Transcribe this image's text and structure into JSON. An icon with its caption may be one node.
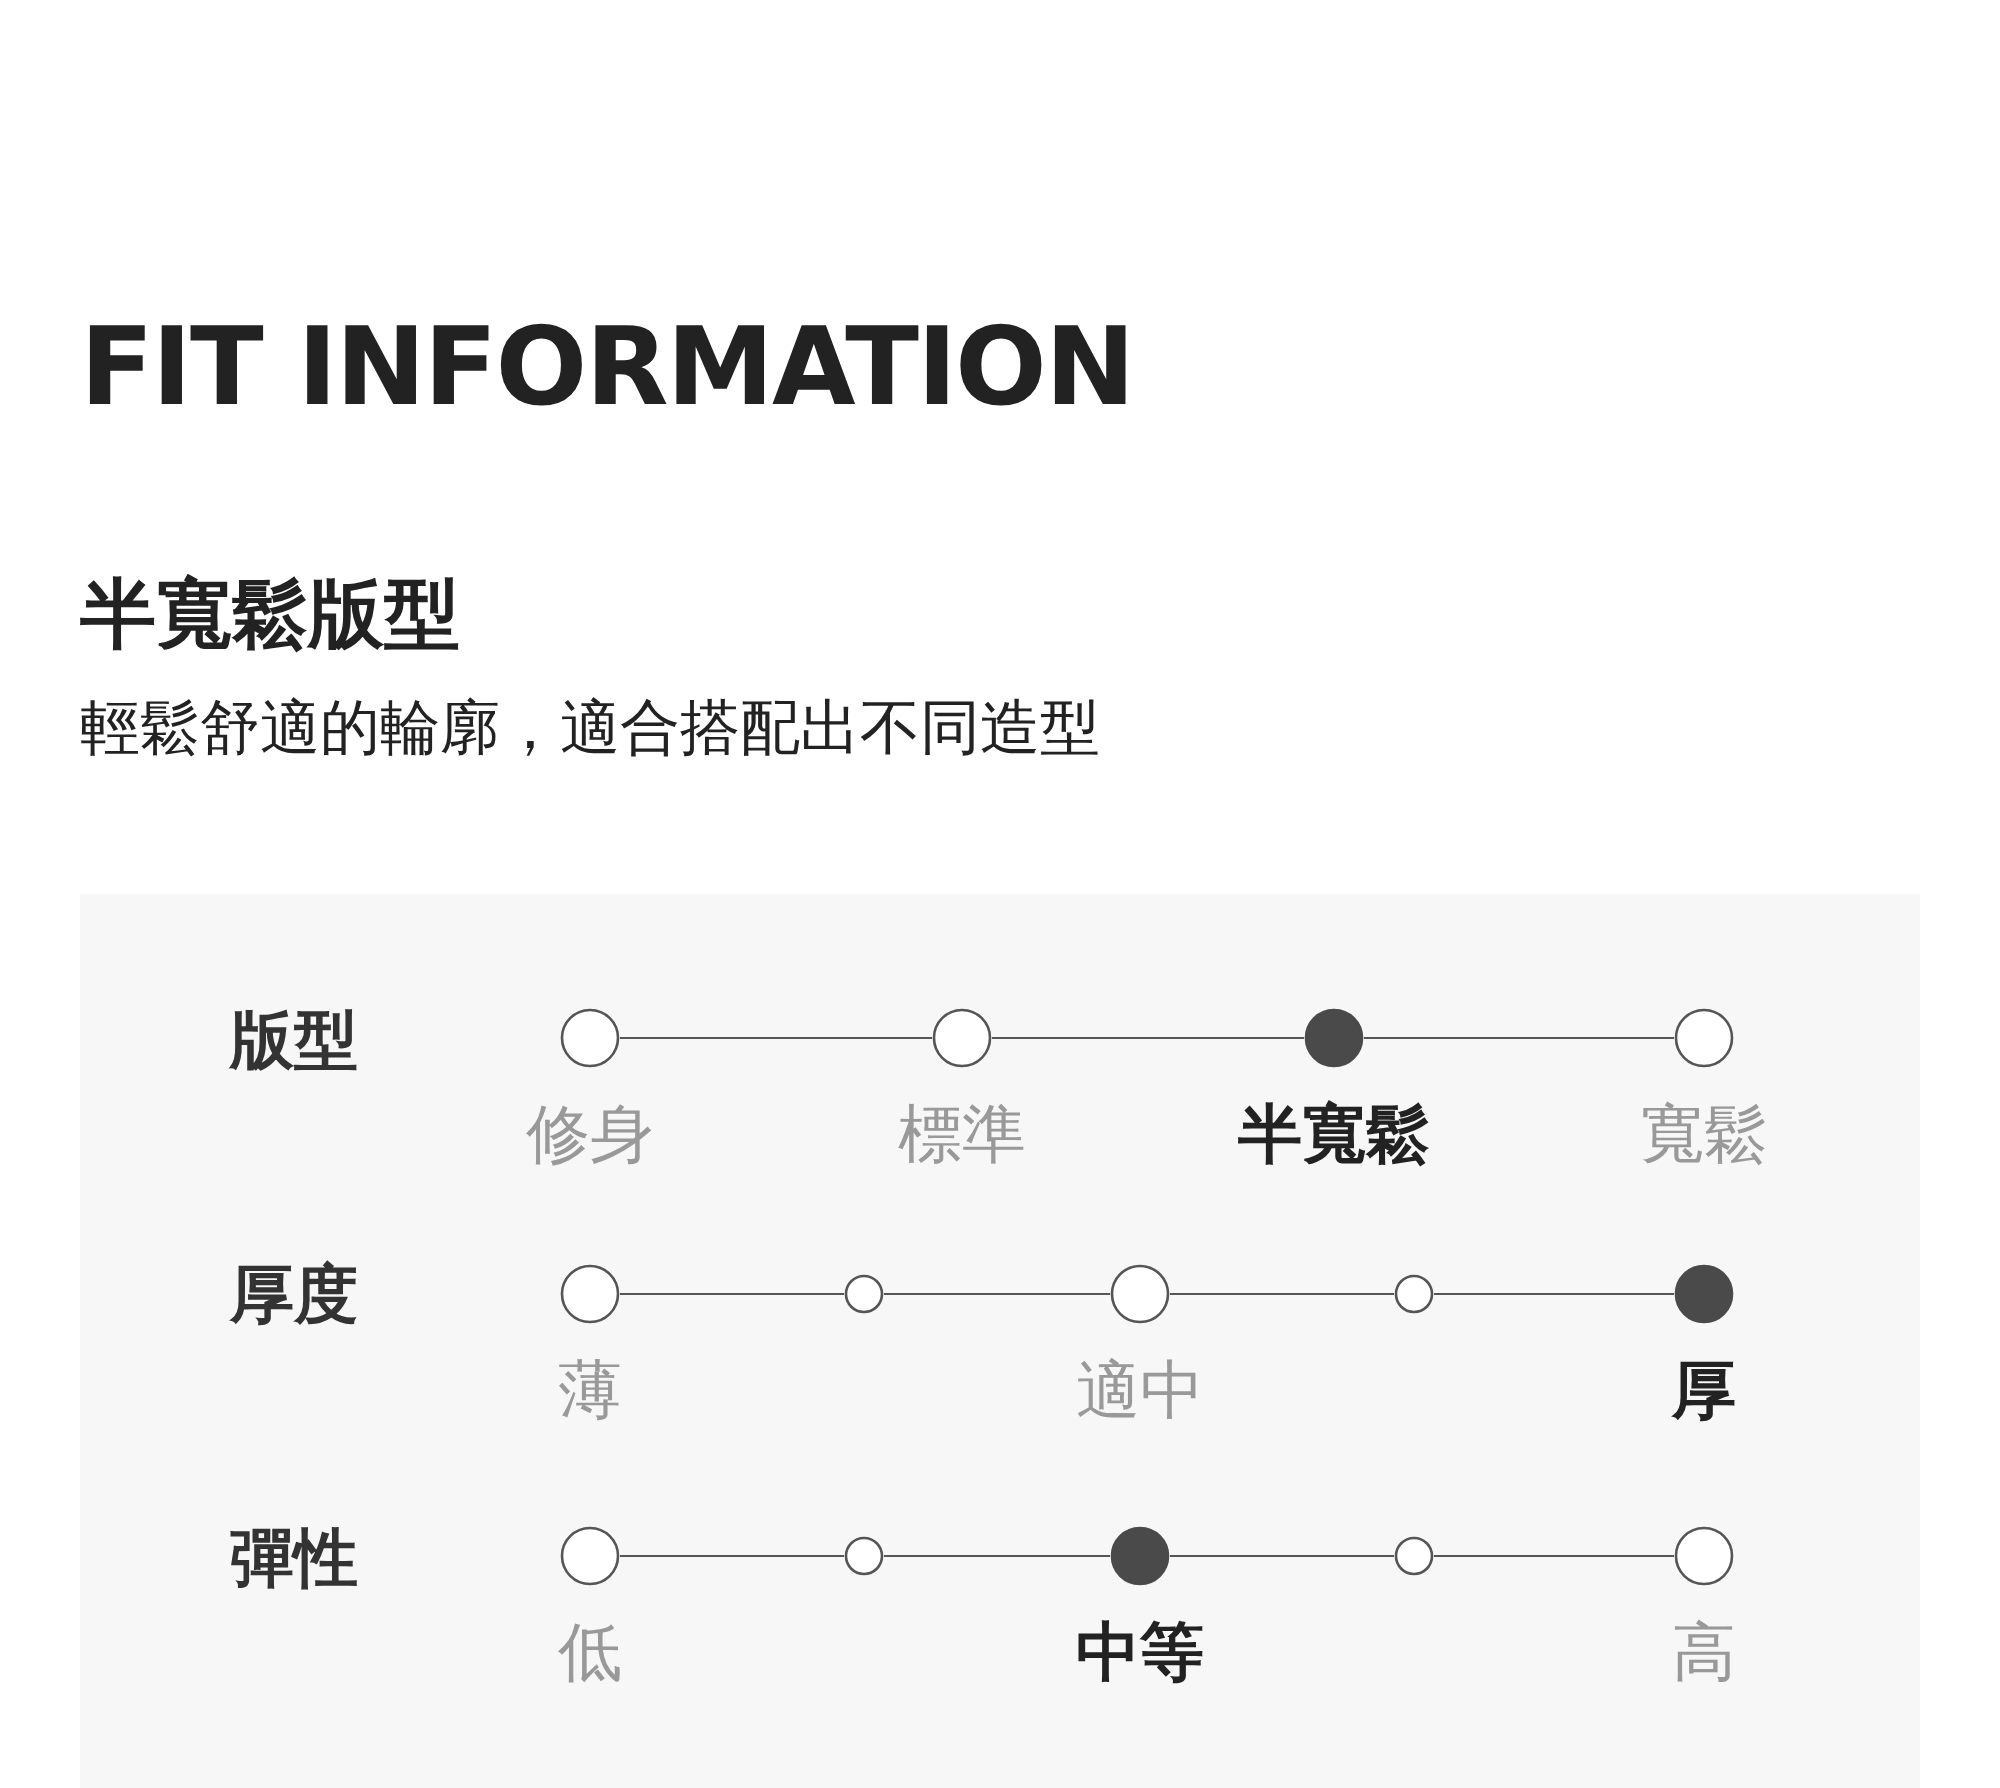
{
  "diagram": {
    "title": "FIT INFORMATION",
    "nodes": [
      {
        "text": [],
        "shape": "circle",
        "beside": [
          "修身"
        ]
      },
      {
        "text": [],
        "shape": "circle",
        "beside": [
          "標準"
        ]
      },
      {
        "text": [],
        "shape": "dot",
        "beside": [
          "半寬鬆"
        ]
      },
      {
        "text": [],
        "shape": "circle",
        "beside": [
          "寬鬆"
        ]
      },
      {
        "text": [],
        "shape": "circle",
        "beside": [
          "薄"
        ]
      },
      {
        "text": [],
        "shape": "circle"
      },
      {
        "text": [],
        "shape": "circle",
        "beside": [
          "適中"
        ]
      },
      {
        "text": [],
        "shape": "circle"
      },
      {
        "text": [],
        "shape": "dot",
        "beside": [
          "厚"
        ]
      },
      {
        "text": [],
        "shape": "circle",
        "beside": [
          "低"
        ]
      },
      {
        "text": [],
        "shape": "circle"
      },
      {
        "text": [],
        "shape": "dot",
        "beside": [
          "中等"
        ]
      },
      {
        "text": [],
        "shape": "circle"
      },
      {
        "text": [],
        "shape": "circle",
        "beside": [
          "高"
        ]
      }
    ],
    "edges": [
      {
        "from": 0,
        "to": 1,
        "arrow": "none"
      },
      {
        "from": 1,
        "to": 2,
        "arrow": "none"
      },
      {
        "from": 2,
        "to": 3,
        "arrow": "none"
      },
      {
        "from": 4,
        "to": 5,
        "arrow": "none"
      },
      {
        "from": 5,
        "to": 6,
        "arrow": "none"
      },
      {
        "from": 6,
        "to": 7,
        "arrow": "none"
      },
      {
        "from": 7,
        "to": 8,
        "arrow": "none"
      },
      {
        "from": 9,
        "to": 10,
        "arrow": "none"
      },
      {
        "from": 10,
        "to": 11,
        "arrow": "none"
      },
      {
        "from": 11,
        "to": 12,
        "arrow": "none"
      },
      {
        "from": 12,
        "to": 13,
        "arrow": "none"
      }
    ],
    "labels": [
      "半寬鬆版型",
      "輕鬆舒適的輪廓，適合搭配出不同造型",
      "版型",
      "厚度",
      "彈性"
    ]
  }
}
